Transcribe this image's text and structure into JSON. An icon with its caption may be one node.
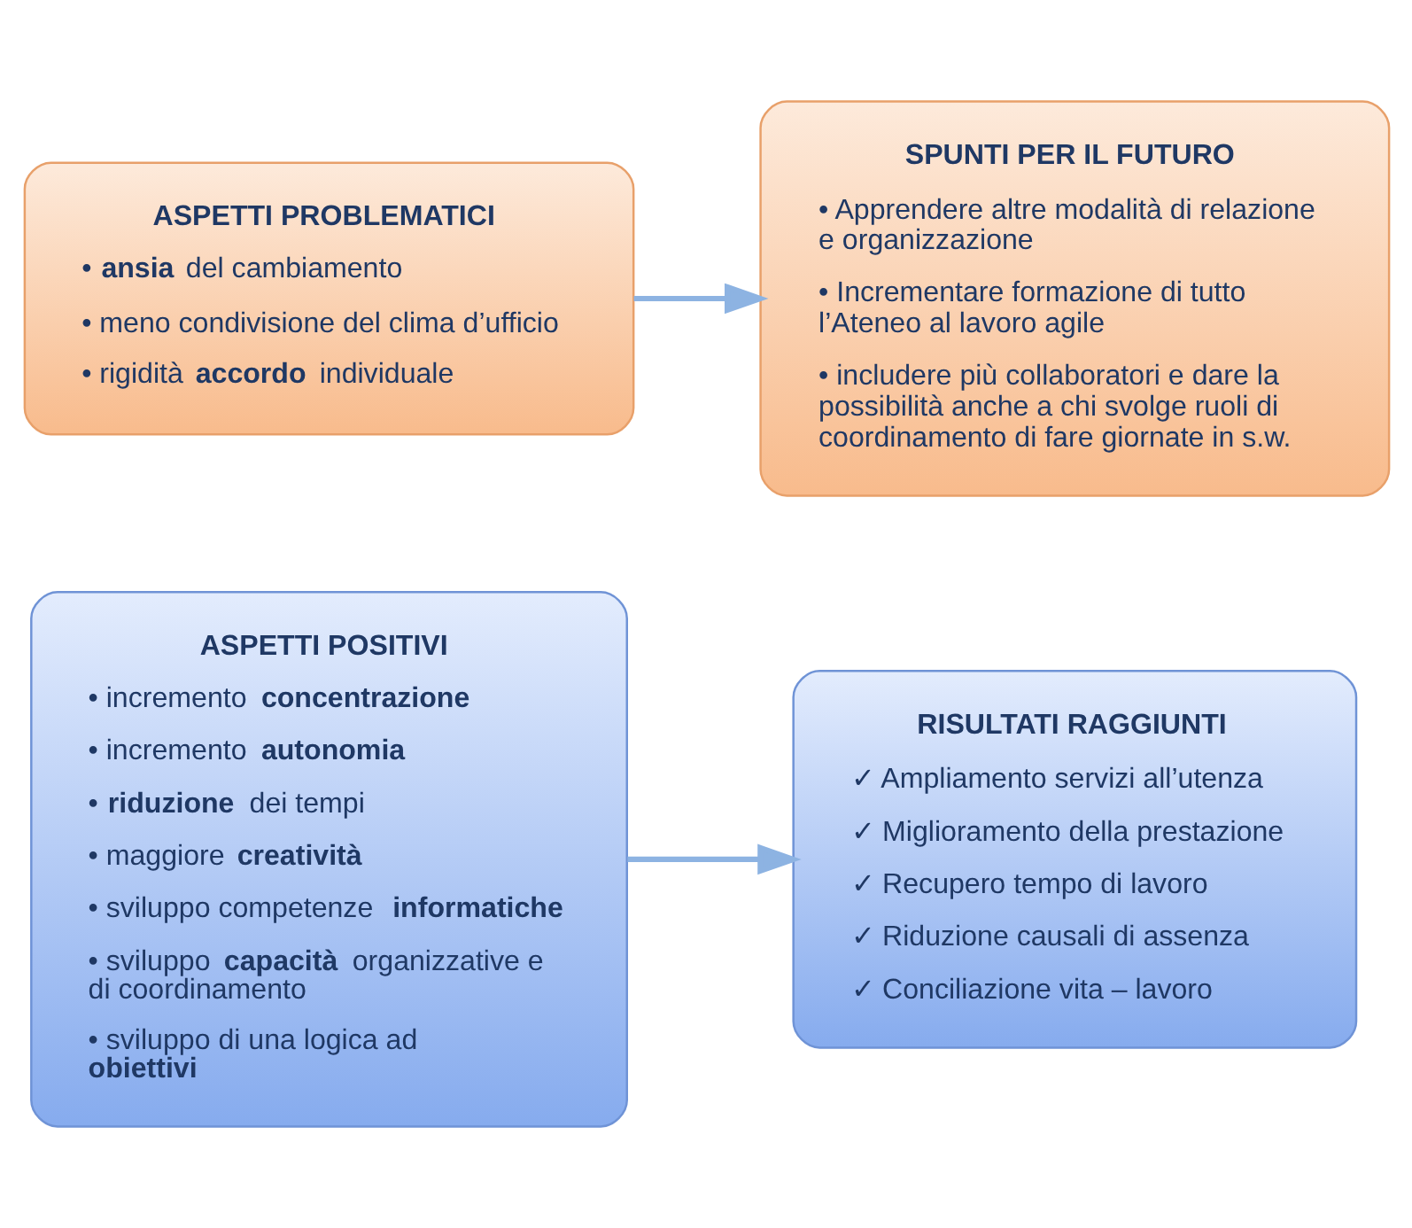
{
  "diagram": {
    "nodes": [
      {
        "text": [
          "ASPETTI POSITIVI",
          "• incremento **concentrazione**",
          "• incremento **autonomia**",
          "• **riduzione** dei tempi",
          "• maggiore **creatività**",
          "• sviluppo competenze **informatiche**",
          "• sviluppo **capacità** organizzative e di coordinamento",
          "• sviluppo di una logica ad **obiettivi**"
        ]
      },
      {
        "text": [
          "RISULTATI RAGGIUNTI",
          "✓ Ampliamento servizi all’utenza",
          "✓ Miglioramento della prestazione",
          "✓ Recupero tempo di lavoro",
          "✓ Riduzione causali di assenza",
          "✓ Conciliazione vita – lavoro"
        ]
      },
      {
        "text": [
          "ASPETTI PROBLEMATICI",
          "• **ansia** del cambiamento",
          "• meno condivisione del clima d’ufficio",
          "• rigidità **accordo** individuale"
        ]
      },
      {
        "text": [
          "SPUNTI PER IL FUTURO",
          "• Apprendere altre modalità di relazione e organizzazione",
          "• Incrementare formazione di tutto l’Ateneo al lavoro agile",
          "• includere più collaboratori e dare la possibilità anche a chi svolge ruoli di coordinamento di fare giornate in s.w."
        ]
      }
    ],
    "edges": [
      {
        "from": 0,
        "to": 1,
        "arrow": "to"
      },
      {
        "from": 2,
        "to": 3,
        "arrow": "to"
      }
    ]
  }
}
